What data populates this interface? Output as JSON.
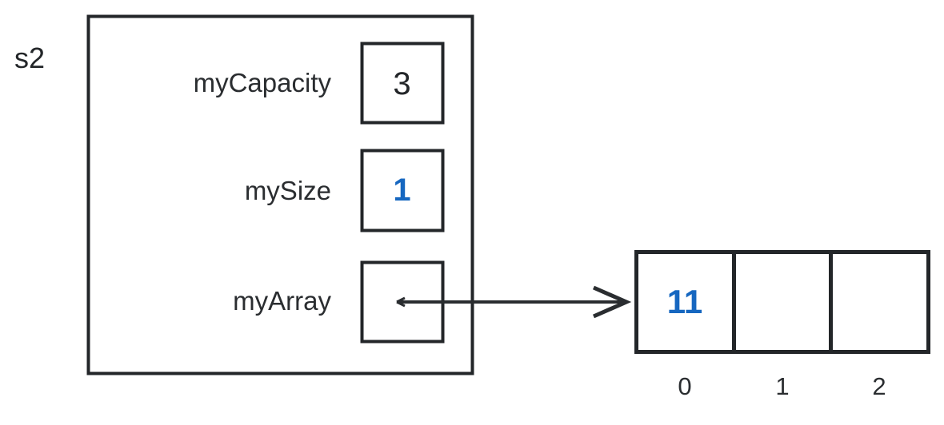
{
  "diagram": {
    "kind": "object-memory-diagram",
    "object_label": "s2",
    "colors": {
      "stroke": "#232629",
      "text": "#2a2d30",
      "accent": "#1667c0",
      "background": "#ffffff"
    },
    "fields": [
      {
        "name": "myCapacity",
        "value": "3",
        "highlighted": false
      },
      {
        "name": "mySize",
        "value": "1",
        "highlighted": true
      },
      {
        "name": "myArray",
        "value": "",
        "highlighted": false,
        "is_pointer": true
      }
    ],
    "pointer": {
      "from_field": "myArray",
      "arrowhead": "open-vee",
      "target": "array-block"
    },
    "array": {
      "length": 3,
      "cells": [
        {
          "index": "0",
          "value": "11",
          "highlighted": true
        },
        {
          "index": "1",
          "value": "",
          "highlighted": false
        },
        {
          "index": "2",
          "value": "",
          "highlighted": false
        }
      ],
      "index_labels": [
        "0",
        "1",
        "2"
      ]
    }
  }
}
